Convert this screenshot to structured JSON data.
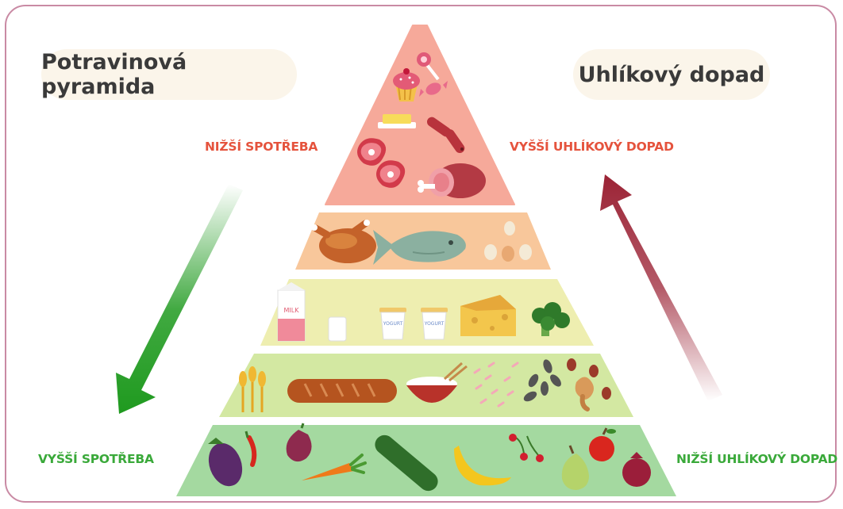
{
  "left_title": "Potravinová pyramida",
  "right_title": "Uhlíkový dopad",
  "labels": {
    "top_left": "NIŽŠÍ SPOTŘEBA",
    "top_right": "VYŠŠÍ UHLÍKOVÝ DOPAD",
    "bottom_left": "VYŠŠÍ SPOTŘEBA",
    "bottom_right": "NIŽŠÍ UHLÍKOVÝ DOPAD"
  },
  "food_text": {
    "milk": "MILK",
    "yogurt": "YOGURT"
  },
  "colors": {
    "frame": "#c98aa4",
    "tier_meat_sweets": "#f6a99a",
    "tier_poultry_fish_eggs": "#f8c79b",
    "tier_dairy": "#eeeeb0",
    "tier_grains_nuts": "#d3e8a2",
    "tier_fruit_veg": "#a4d9a0",
    "label_red": "#e5533d",
    "label_green": "#3aa93a",
    "arrow_green": "#1f9a1f",
    "arrow_red": "#9b2335"
  }
}
